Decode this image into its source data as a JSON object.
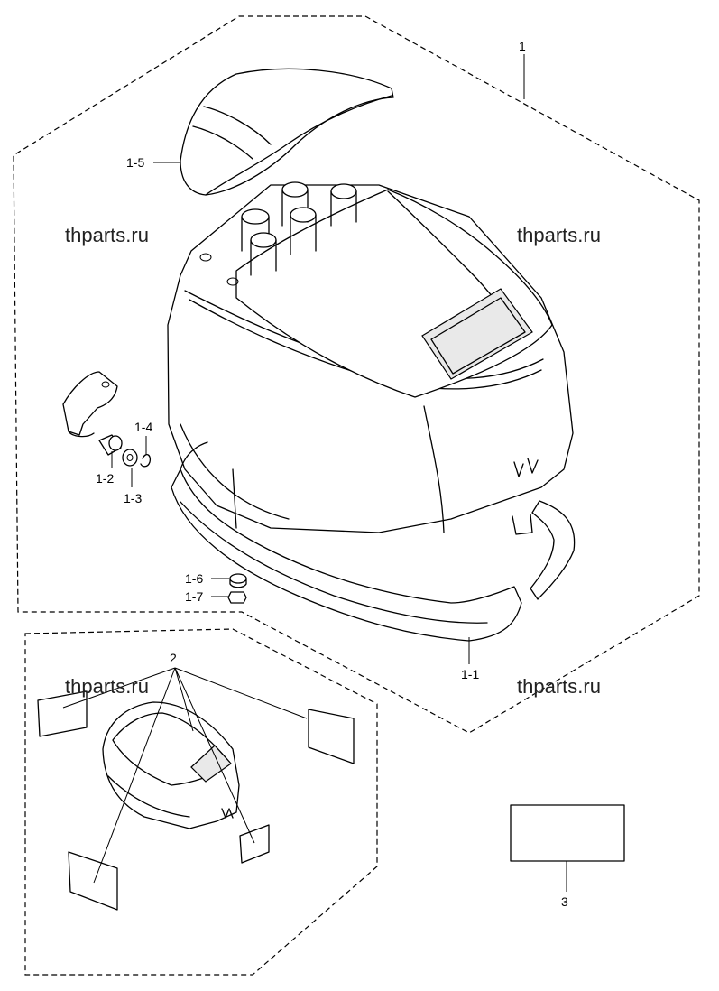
{
  "watermarks": [
    "thparts.ru",
    "thparts.ru",
    "thparts.ru",
    "thparts.ru"
  ],
  "callouts": {
    "p1": "1",
    "p1_1": "1-1",
    "p1_2": "1-2",
    "p1_3": "1-3",
    "p1_4": "1-4",
    "p1_5": "1-5",
    "p1_6": "1-6",
    "p1_7": "1-7",
    "p2": "2",
    "p3": "3"
  }
}
